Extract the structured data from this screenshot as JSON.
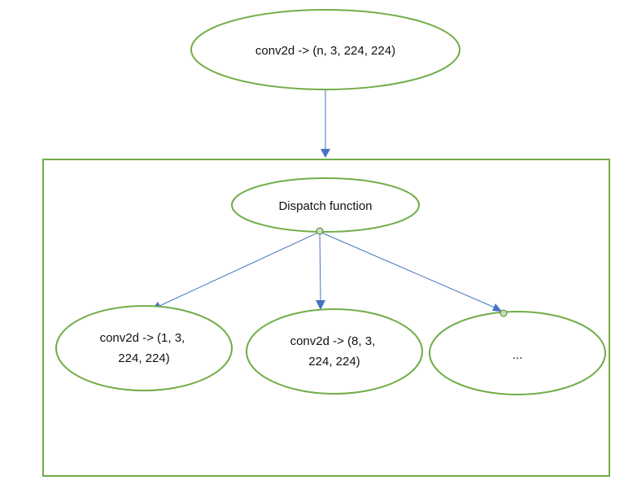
{
  "colors": {
    "node_stroke": "#70ad47",
    "edge": "#4472c4",
    "connector_dot": "#c5e0b4"
  },
  "nodes": {
    "input": {
      "lines": [
        "conv2d -> (n, 3, 224, 224)"
      ]
    },
    "dispatch": {
      "lines": [
        "Dispatch function"
      ]
    },
    "batch_1": {
      "lines": [
        "conv2d -> (1, 3,",
        "224, 224)"
      ]
    },
    "batch_8": {
      "lines": [
        "conv2d -> (8, 3,",
        "224, 224)"
      ]
    },
    "more": {
      "lines": [
        "..."
      ]
    }
  }
}
